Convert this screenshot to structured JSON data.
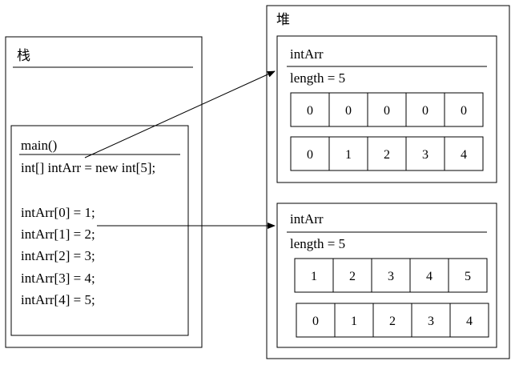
{
  "stack": {
    "title": "栈",
    "frame": {
      "title": "main()",
      "lines": [
        "int[] intArr = new int[5];",
        "intArr[0] = 1;",
        "intArr[1] = 2;",
        "intArr[2] = 3;",
        "intArr[3] = 4;",
        "intArr[4] = 5;"
      ]
    }
  },
  "heap": {
    "title": "堆",
    "objects": [
      {
        "name": "intArr",
        "length_label": "length = 5",
        "values": [
          "0",
          "0",
          "0",
          "0",
          "0"
        ],
        "indices": [
          "0",
          "1",
          "2",
          "3",
          "4"
        ]
      },
      {
        "name": "intArr",
        "length_label": "length = 5",
        "values": [
          "1",
          "2",
          "3",
          "4",
          "5"
        ],
        "indices": [
          "0",
          "1",
          "2",
          "3",
          "4"
        ]
      }
    ]
  },
  "colors": {
    "stroke": "#000000",
    "background": "#ffffff",
    "text": "#000000"
  }
}
